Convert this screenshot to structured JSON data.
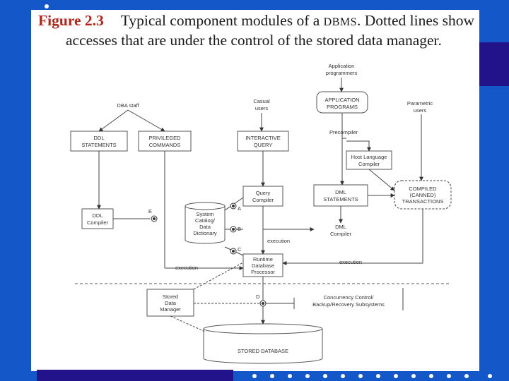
{
  "title": {
    "figure_label": "Figure 2.3",
    "line1_pre": "Typical component modules of a ",
    "line1_acronym": "DBMS",
    "line1_post": ". Dotted lines show",
    "line2": "accesses that are under the control of the stored data manager."
  },
  "diagram": {
    "users": {
      "dba": "DBA staff",
      "casual_1": "Casual",
      "casual_2": "users",
      "app_prog_1": "Application",
      "app_prog_2": "programmers",
      "param_1": "Parametric",
      "param_2": "users"
    },
    "modules": {
      "ddl_statements_1": "DDL",
      "ddl_statements_2": "STATEMENTS",
      "privileged_1": "PRIVILEGED",
      "privileged_2": "COMMANDS",
      "interactive_1": "INTERACTIVE",
      "interactive_2": "QUERY",
      "app_programs_1": "APPLICATION",
      "app_programs_2": "PROGRAMS",
      "precompiler": "Precompiler",
      "host_lang_1": "Host Language",
      "host_lang_2": "Compiler",
      "query_compiler_1": "Query",
      "query_compiler_2": "Compiler",
      "dml_statements_1": "DML",
      "dml_statements_2": "STATEMENTS",
      "compiled_1": "COMPILED",
      "compiled_2": "(CANNED)",
      "compiled_3": "TRANSACTIONS",
      "ddl_compiler_1": "DDL",
      "ddl_compiler_2": "Compiler",
      "catalog_1": "System",
      "catalog_2": "Catalog/",
      "catalog_3": "Data",
      "catalog_4": "Dictionary",
      "dml_compiler_1": "DML",
      "dml_compiler_2": "Compiler",
      "runtime_1": "Runtime",
      "runtime_2": "Database",
      "runtime_3": "Processor",
      "stored_mgr_1": "Stored",
      "stored_mgr_2": "Data",
      "stored_mgr_3": "Manager",
      "concurrency_1": "Concurrency Control/",
      "concurrency_2": "Backup/Recovery Subsystems",
      "stored_db": "STORED DATABASE"
    },
    "labels": {
      "a": "A",
      "b": "B",
      "c": "C",
      "d": "D",
      "e": "E",
      "execution_1": "execution",
      "execution_2": "execution",
      "execution_3": "execution"
    }
  },
  "colors": {
    "background": "#1457c8",
    "accent_bar": "#22138a",
    "figure_label": "#b1241c"
  }
}
